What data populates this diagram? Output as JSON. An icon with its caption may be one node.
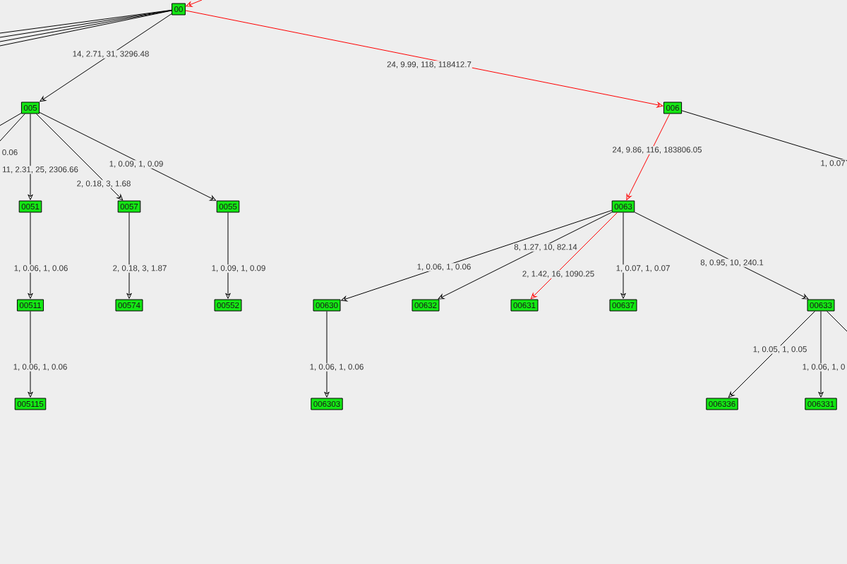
{
  "diagram": {
    "nodes": [
      {
        "text": [
          "00"
        ]
      },
      {
        "text": [
          "005"
        ]
      },
      {
        "text": [
          "006"
        ]
      },
      {
        "text": [
          "0051"
        ]
      },
      {
        "text": [
          "0057"
        ]
      },
      {
        "text": [
          "0055"
        ]
      },
      {
        "text": [
          "0063"
        ]
      },
      {
        "text": [
          "00511"
        ]
      },
      {
        "text": [
          "00574"
        ]
      },
      {
        "text": [
          "00552"
        ]
      },
      {
        "text": [
          "00630"
        ]
      },
      {
        "text": [
          "00632"
        ]
      },
      {
        "text": [
          "00631"
        ]
      },
      {
        "text": [
          "00637"
        ]
      },
      {
        "text": [
          "00633"
        ]
      },
      {
        "text": [
          "005115"
        ]
      },
      {
        "text": [
          "006303"
        ]
      },
      {
        "text": [
          "006336"
        ]
      },
      {
        "text": [
          "006331"
        ]
      }
    ],
    "edges": [
      {
        "from": null,
        "to": 0,
        "arrow": "to",
        "color": "#ff0000"
      },
      {
        "from": 0,
        "to": null,
        "arrow": "none"
      },
      {
        "from": 0,
        "to": null,
        "arrow": "none"
      },
      {
        "from": 0,
        "to": null,
        "arrow": "none"
      },
      {
        "from": 0,
        "to": null,
        "arrow": "none"
      },
      {
        "from": 0,
        "to": 1,
        "arrow": "to",
        "label": "14, 2.71, 31, 3296.48"
      },
      {
        "from": 0,
        "to": 2,
        "arrow": "to",
        "label": "24, 9.99, 118, 118412.7",
        "color": "#ff0000"
      },
      {
        "from": 1,
        "to": null,
        "arrow": "none"
      },
      {
        "from": 1,
        "to": null,
        "arrow": "none",
        "label": "0.06"
      },
      {
        "from": 1,
        "to": 3,
        "arrow": "to",
        "label": "11, 2.31, 25, 2306.66"
      },
      {
        "from": 1,
        "to": 4,
        "arrow": "to",
        "label": "2, 0.18, 3, 1.68"
      },
      {
        "from": 1,
        "to": 5,
        "arrow": "to",
        "label": "1, 0.09, 1, 0.09"
      },
      {
        "from": 2,
        "to": 6,
        "arrow": "to",
        "label": "24, 9.86, 116, 183806.05",
        "color": "#ff0000"
      },
      {
        "from": 2,
        "to": null,
        "arrow": "none",
        "label": "1, 0.07"
      },
      {
        "from": 3,
        "to": 7,
        "arrow": "to",
        "label": "1, 0.06, 1, 0.06"
      },
      {
        "from": 4,
        "to": 8,
        "arrow": "to",
        "label": "2, 0.18, 3, 1.87"
      },
      {
        "from": 5,
        "to": 9,
        "arrow": "to",
        "label": "1, 0.09, 1, 0.09"
      },
      {
        "from": 6,
        "to": 10,
        "arrow": "to",
        "label": "1, 0.06, 1, 0.06"
      },
      {
        "from": 6,
        "to": 11,
        "arrow": "to",
        "label": "8, 1.27, 10, 82.14"
      },
      {
        "from": 6,
        "to": 12,
        "arrow": "to",
        "label": "2, 1.42, 16, 1090.25",
        "color": "#ff0000"
      },
      {
        "from": 6,
        "to": 13,
        "arrow": "to",
        "label": "1, 0.07, 1, 0.07"
      },
      {
        "from": 6,
        "to": 14,
        "arrow": "to",
        "label": "8, 0.95, 10, 240.1"
      },
      {
        "from": 7,
        "to": 15,
        "arrow": "to",
        "label": "1, 0.06, 1, 0.06"
      },
      {
        "from": 10,
        "to": 16,
        "arrow": "to",
        "label": "1, 0.06, 1, 0.06"
      },
      {
        "from": 14,
        "to": 17,
        "arrow": "to",
        "label": "1, 0.05, 1, 0.05"
      },
      {
        "from": 14,
        "to": 18,
        "arrow": "to",
        "label": "1, 0.06, 1, 0"
      },
      {
        "from": 14,
        "to": null,
        "arrow": "none"
      }
    ]
  }
}
